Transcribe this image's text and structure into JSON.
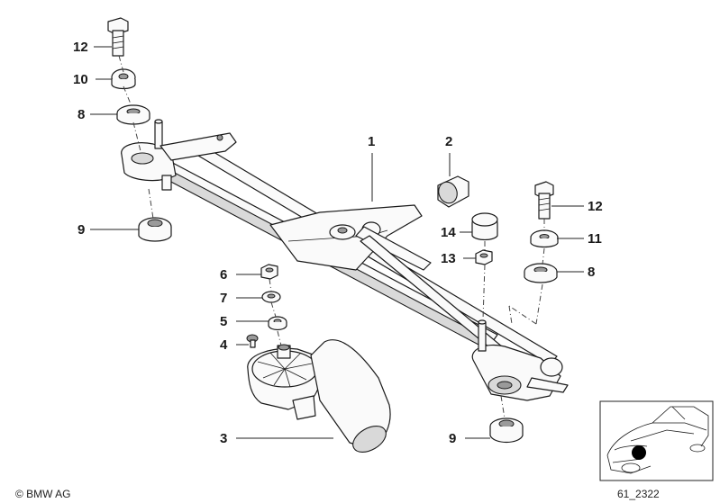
{
  "callouts": {
    "c1": "1",
    "c2": "2",
    "c3": "3",
    "c4": "4",
    "c5": "5",
    "c6": "6",
    "c7": "7",
    "c8_left": "8",
    "c8_right": "8",
    "c9_left": "9",
    "c9_right": "9",
    "c10": "10",
    "c11": "11",
    "c12_left": "12",
    "c12_right": "12",
    "c13": "13",
    "c14": "14"
  },
  "footer": {
    "copyright": "© BMW AG",
    "drawing_number": "61_2322"
  }
}
